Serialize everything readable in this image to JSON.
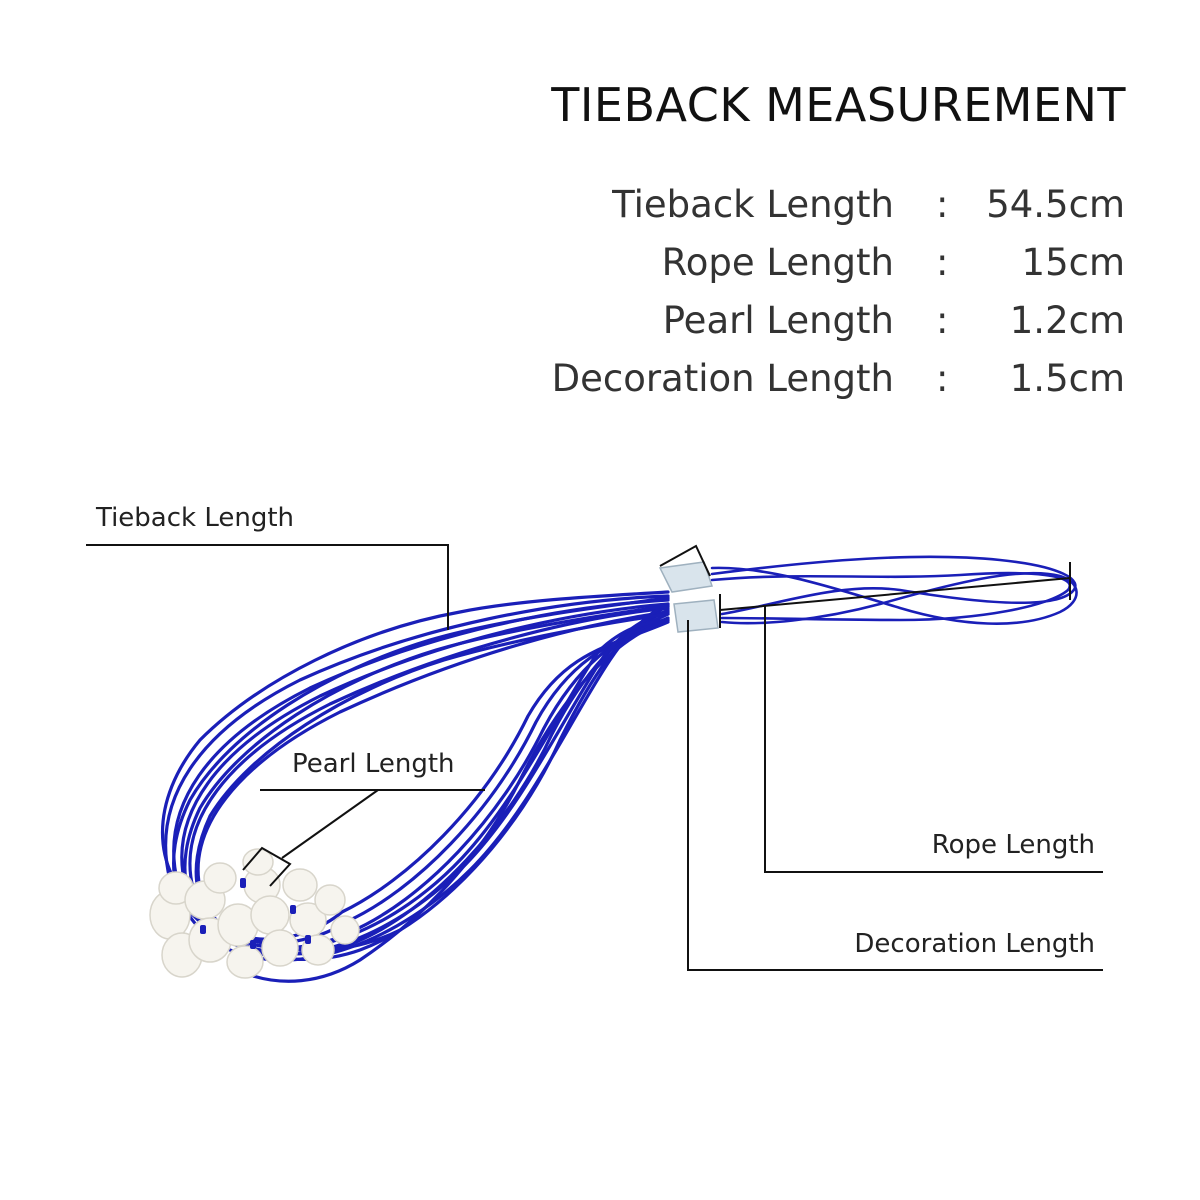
{
  "title": "TIEBACK MEASUREMENT",
  "specs": [
    {
      "label": "Tieback Length",
      "separator": ":",
      "value": "54.5cm"
    },
    {
      "label": "Rope Length",
      "separator": ":",
      "value": "15cm"
    },
    {
      "label": "Pearl Length",
      "separator": ":",
      "value": "1.2cm"
    },
    {
      "label": "Decoration Length",
      "separator": ":",
      "value": "1.5cm"
    }
  ],
  "callouts": {
    "tieback": "Tieback Length",
    "pearl": "Pearl Length",
    "rope": "Rope Length",
    "decoration": "Decoration Length"
  },
  "colors": {
    "rope": "#1a1fb8",
    "pearl": "#f6f4ee",
    "clip": "#d9e4ec",
    "line": "#111111"
  }
}
